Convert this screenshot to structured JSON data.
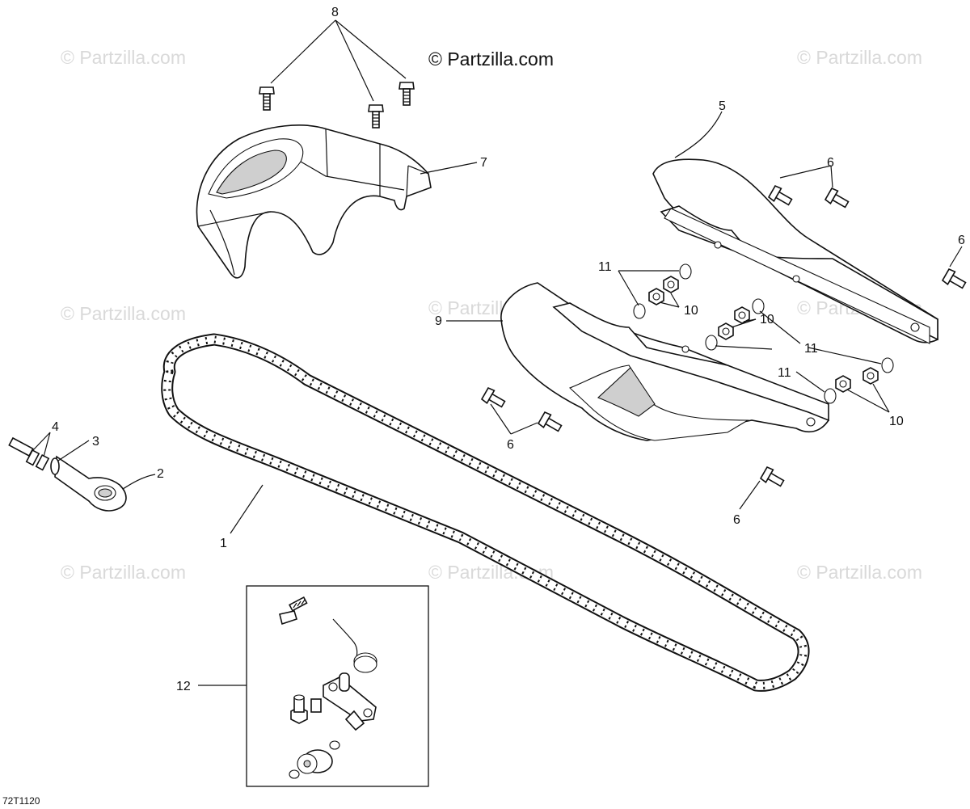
{
  "copyright": "© Partzilla.com",
  "watermark": "© Partzilla.com",
  "diagram_code": "72T1120",
  "callouts": {
    "c1": "1",
    "c2": "2",
    "c3": "3",
    "c4": "4",
    "c5": "5",
    "c6a": "6",
    "c6b": "6",
    "c6c": "6",
    "c6d": "6",
    "c7": "7",
    "c8": "8",
    "c9": "9",
    "c10a": "10",
    "c10b": "10",
    "c10c": "10",
    "c11a": "11",
    "c11b": "11",
    "c11c": "11",
    "c12": "12"
  }
}
